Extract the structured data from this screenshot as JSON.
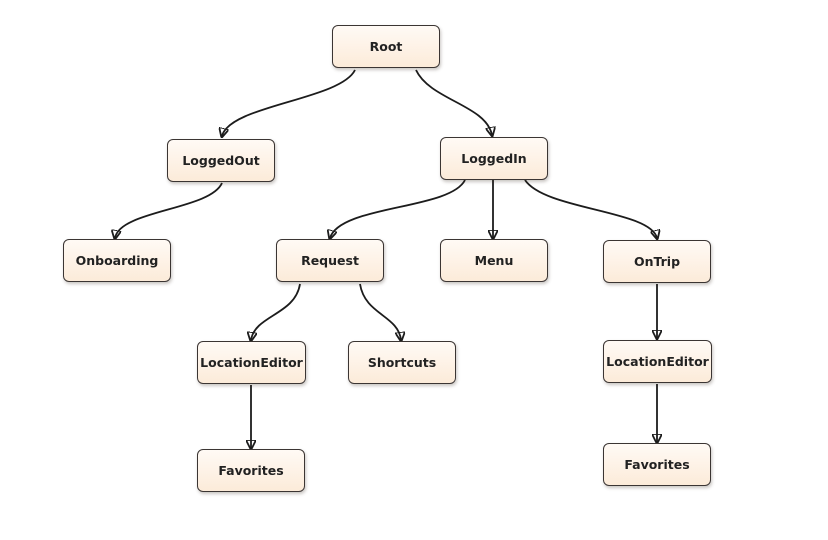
{
  "nodes": [
    {
      "id": "root",
      "label": "Root"
    },
    {
      "id": "loggedout",
      "label": "LoggedOut"
    },
    {
      "id": "loggedin",
      "label": "LoggedIn"
    },
    {
      "id": "onboarding",
      "label": "Onboarding"
    },
    {
      "id": "request",
      "label": "Request"
    },
    {
      "id": "menu",
      "label": "Menu"
    },
    {
      "id": "ontrip",
      "label": "OnTrip"
    },
    {
      "id": "locationeditor-request",
      "label": "LocationEditor"
    },
    {
      "id": "shortcuts",
      "label": "Shortcuts"
    },
    {
      "id": "locationeditor-ontrip",
      "label": "LocationEditor"
    },
    {
      "id": "favorites-request",
      "label": "Favorites"
    },
    {
      "id": "favorites-ontrip",
      "label": "Favorites"
    }
  ],
  "edges": [
    {
      "from": "root",
      "to": "loggedout"
    },
    {
      "from": "root",
      "to": "loggedin"
    },
    {
      "from": "loggedout",
      "to": "onboarding"
    },
    {
      "from": "loggedin",
      "to": "request"
    },
    {
      "from": "loggedin",
      "to": "menu"
    },
    {
      "from": "loggedin",
      "to": "ontrip"
    },
    {
      "from": "request",
      "to": "locationeditor-request"
    },
    {
      "from": "request",
      "to": "shortcuts"
    },
    {
      "from": "locationeditor-request",
      "to": "favorites-request"
    },
    {
      "from": "ontrip",
      "to": "locationeditor-ontrip"
    },
    {
      "from": "locationeditor-ontrip",
      "to": "favorites-ontrip"
    }
  ]
}
